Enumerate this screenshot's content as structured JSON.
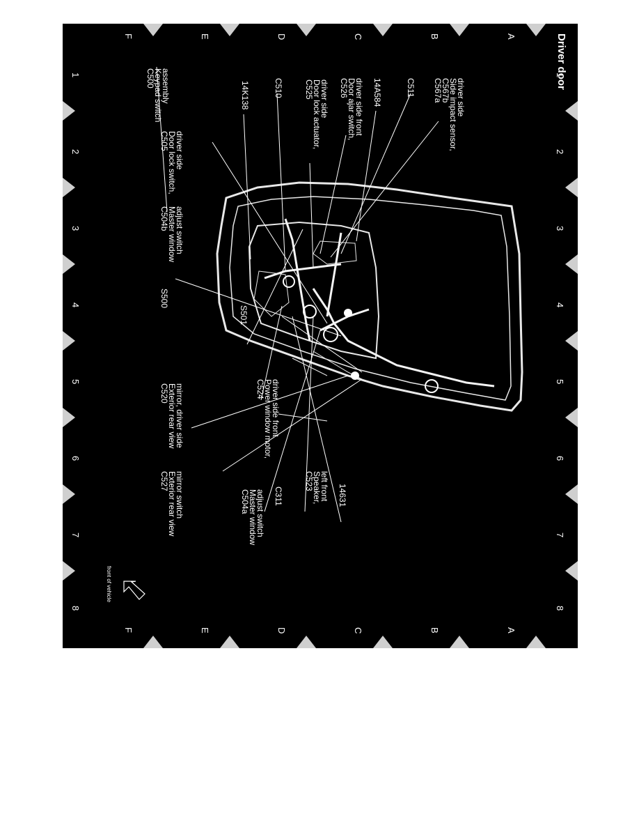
{
  "title": "Driver door",
  "zones": {
    "rows": [
      "A",
      "B",
      "C",
      "D",
      "E",
      "F"
    ],
    "columns": [
      "1",
      "2",
      "3",
      "4",
      "5",
      "6",
      "7",
      "8"
    ]
  },
  "callouts": [
    {
      "id": "c500",
      "lines": [
        "C500",
        "Keypad switch",
        "assembly"
      ]
    },
    {
      "id": "c505",
      "lines": [
        "C505",
        "Door lock switch,",
        "driver side"
      ]
    },
    {
      "id": "c504b",
      "lines": [
        "C504b",
        "Master window",
        "adjust switch"
      ]
    },
    {
      "id": "s500",
      "lines": [
        "S500"
      ]
    },
    {
      "id": "c520",
      "lines": [
        "C520",
        "Exterior rear view",
        "mirror, driver side"
      ]
    },
    {
      "id": "c527",
      "lines": [
        "C527",
        "Exterior rear view",
        "mirror switch"
      ]
    },
    {
      "id": "14k138",
      "lines": [
        "14K138"
      ]
    },
    {
      "id": "c504a",
      "lines": [
        "C504a",
        "Master window",
        "adjust switch"
      ]
    },
    {
      "id": "c510",
      "lines": [
        "C510"
      ]
    },
    {
      "id": "c311",
      "lines": [
        "C311"
      ]
    },
    {
      "id": "c525",
      "lines": [
        "C525",
        "Door lock actuator,",
        "driver side"
      ]
    },
    {
      "id": "c526",
      "lines": [
        "C526",
        "Door ajar switch,",
        "driver side front"
      ]
    },
    {
      "id": "c523",
      "lines": [
        "C523",
        "Speaker,",
        "left front"
      ]
    },
    {
      "id": "14a584",
      "lines": [
        "14A584"
      ]
    },
    {
      "id": "14631",
      "lines": [
        "14631"
      ]
    },
    {
      "id": "c511",
      "lines": [
        "C511"
      ]
    },
    {
      "id": "c567",
      "lines": [
        "C567a",
        "C567b",
        "Side impact sensor,",
        "driver side"
      ]
    },
    {
      "id": "s501",
      "lines": [
        "S501"
      ]
    },
    {
      "id": "c524",
      "lines": [
        "C524",
        "Power window motor,",
        "driver side front"
      ]
    }
  ],
  "orientation_note": "front of vehicle"
}
